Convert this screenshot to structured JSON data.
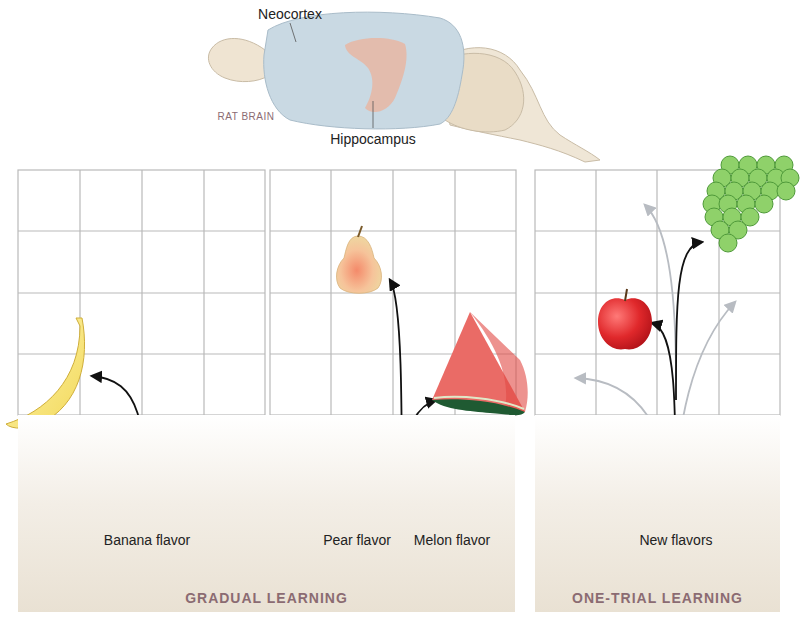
{
  "diagram": {
    "nodes": [
      {
        "text": [
          "GRADUAL LEARNING"
        ]
      },
      {
        "text": [
          "ONE-TRIAL LEARNING"
        ]
      }
    ],
    "labels": [
      "Neocortex",
      "Hippocampus",
      "RAT BRAIN",
      "Banana flavor",
      "Pear flavor",
      "Melon flavor",
      "New flavors"
    ]
  }
}
